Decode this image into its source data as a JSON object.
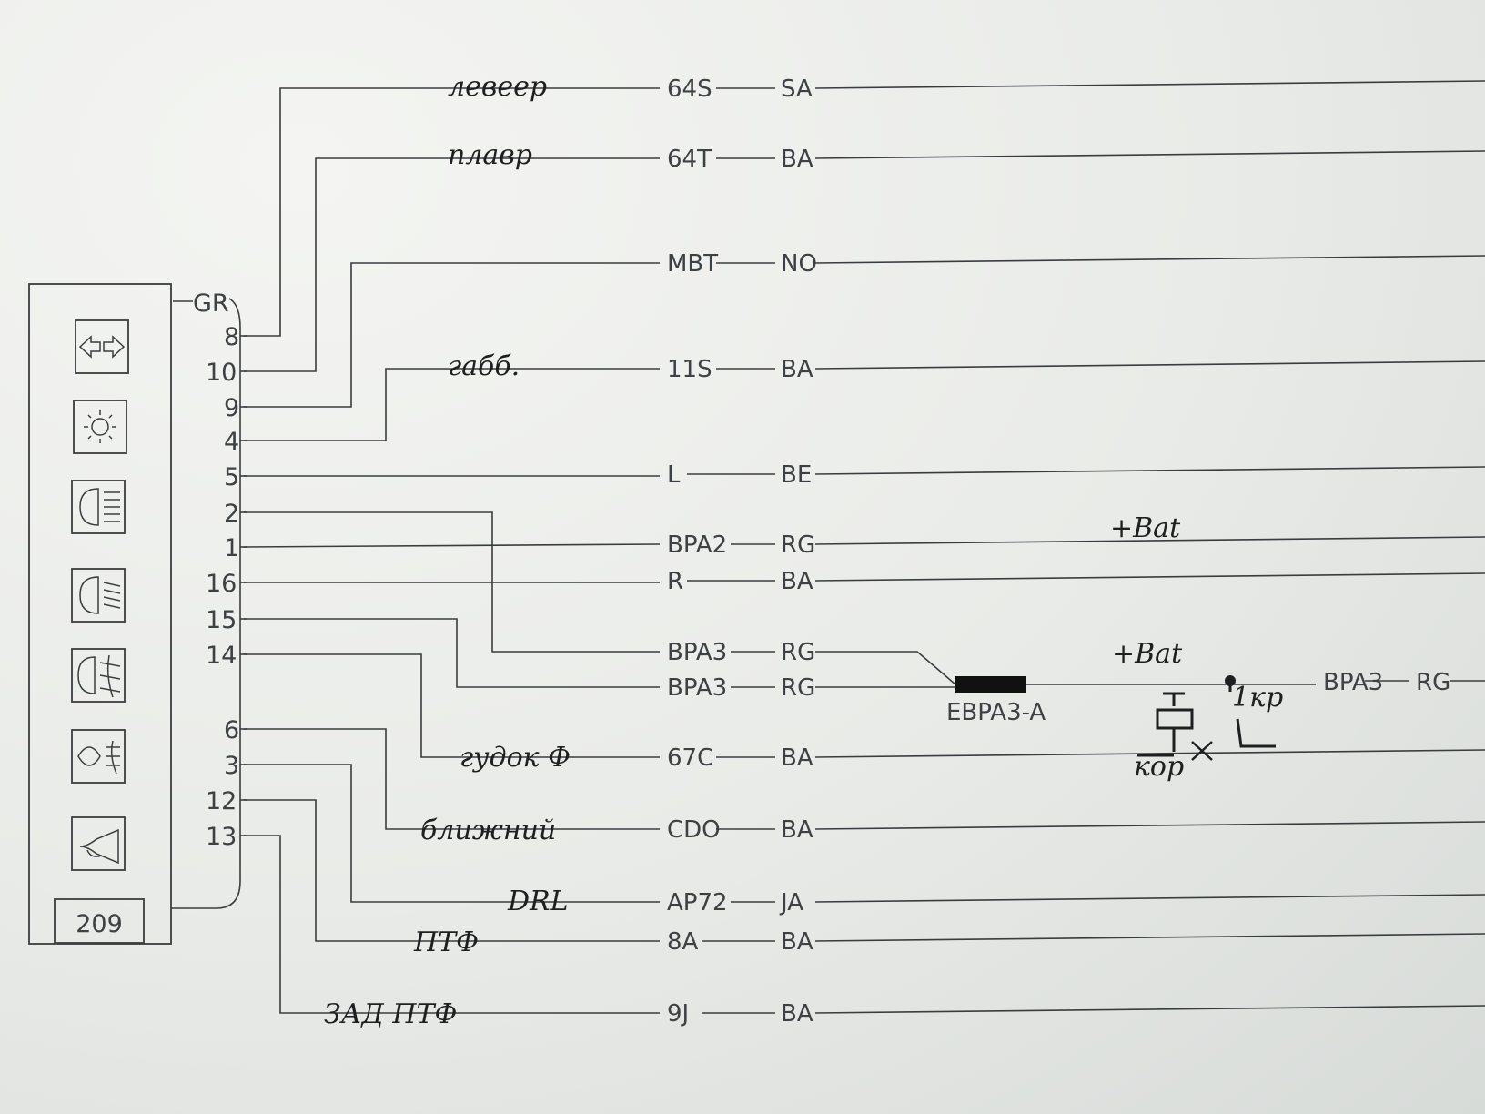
{
  "connector": {
    "label": "209",
    "group": "GR",
    "pins": [
      "8",
      "10",
      "9",
      "4",
      "5",
      "2",
      "1",
      "16",
      "15",
      "14",
      "6",
      "3",
      "12",
      "13"
    ]
  },
  "icons": [
    "turn-signal-icon",
    "side-light-icon",
    "high-beam-icon",
    "low-beam-icon",
    "front-fog-light-icon",
    "rear-fog-light-icon",
    "horn-icon"
  ],
  "wires": [
    {
      "pin": "8",
      "code": "64S",
      "color": "SA",
      "note": "левеер"
    },
    {
      "pin": "10",
      "code": "64T",
      "color": "BA",
      "note": "плавр"
    },
    {
      "pin": "9",
      "code": "MBT",
      "color": "NO",
      "note": ""
    },
    {
      "pin": "4",
      "code": "11S",
      "color": "BA",
      "note": "габб."
    },
    {
      "pin": "5",
      "code": "L",
      "color": "BE",
      "note": ""
    },
    {
      "pin": "1",
      "code": "BPA2",
      "color": "RG",
      "note": "+Bat"
    },
    {
      "pin": "16",
      "code": "R",
      "color": "BA",
      "note": ""
    },
    {
      "pin": "2",
      "code": "BPA3",
      "color": "RG",
      "note": ""
    },
    {
      "pin": "15",
      "code": "BPA3",
      "color": "RG",
      "note": "+Bat"
    },
    {
      "pin": "14",
      "code": "67C",
      "color": "BA",
      "note": "гудок Ф"
    },
    {
      "pin": "6",
      "code": "CDO",
      "color": "BA",
      "note": "ближний"
    },
    {
      "pin": "3",
      "code": "AP72",
      "color": "JA",
      "note": "DRL"
    },
    {
      "pin": "12",
      "code": "8A",
      "color": "BA",
      "note": "ПТФ"
    },
    {
      "pin": "13",
      "code": "9J",
      "color": "BA",
      "note": "ЗАД ПТФ"
    }
  ],
  "splice": {
    "label": "EBPA3-A"
  },
  "right_end": {
    "code": "BPA3",
    "color": "RG"
  },
  "relay": {
    "label_top": "1кр",
    "label_bottom": "кор"
  }
}
